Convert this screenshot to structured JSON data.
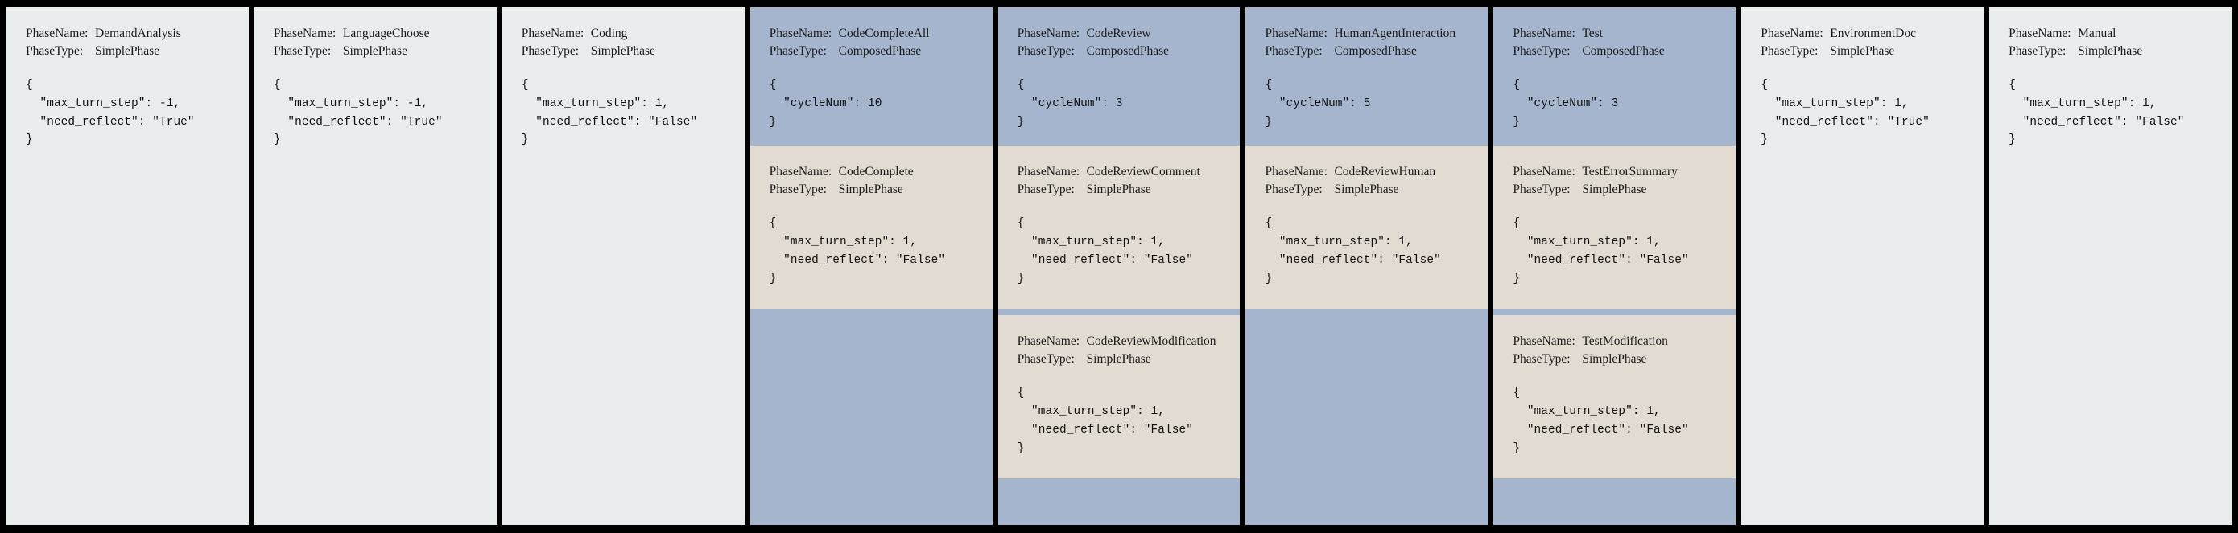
{
  "labels": {
    "phase_name_key": "PhaseName:",
    "phase_type_key": "PhaseType:"
  },
  "colors": {
    "background": "#000000",
    "simple_card": "#e9ecec",
    "composed_card": "#a4b5cd",
    "sub_phase": "#e2dbd2",
    "text": "#1a1a1a"
  },
  "cards": [
    {
      "kind": "simple",
      "header": {
        "phase_name": "DemandAnalysis",
        "phase_type": "SimplePhase",
        "config": "{\n  \"max_turn_step\": -1,\n  \"need_reflect\": \"True\"\n}"
      },
      "subphases": []
    },
    {
      "kind": "simple",
      "header": {
        "phase_name": "LanguageChoose",
        "phase_type": "SimplePhase",
        "config": "{\n  \"max_turn_step\": -1,\n  \"need_reflect\": \"True\"\n}"
      },
      "subphases": []
    },
    {
      "kind": "simple",
      "header": {
        "phase_name": "Coding",
        "phase_type": "SimplePhase",
        "config": "{\n  \"max_turn_step\": 1,\n  \"need_reflect\": \"False\"\n}"
      },
      "subphases": []
    },
    {
      "kind": "composed",
      "header": {
        "phase_name": "CodeCompleteAll",
        "phase_type": "ComposedPhase",
        "config": "{\n  \"cycleNum\": 10\n}"
      },
      "subphases": [
        {
          "phase_name": "CodeComplete",
          "phase_type": "SimplePhase",
          "config": "{\n  \"max_turn_step\": 1,\n  \"need_reflect\": \"False\"\n}"
        }
      ]
    },
    {
      "kind": "composed",
      "header": {
        "phase_name": "CodeReview",
        "phase_type": "ComposedPhase",
        "config": "{\n  \"cycleNum\": 3\n}"
      },
      "subphases": [
        {
          "phase_name": "CodeReviewComment",
          "phase_type": "SimplePhase",
          "config": "{\n  \"max_turn_step\": 1,\n  \"need_reflect\": \"False\"\n}"
        },
        {
          "phase_name": "CodeReviewModification",
          "phase_type": "SimplePhase",
          "config": "{\n  \"max_turn_step\": 1,\n  \"need_reflect\": \"False\"\n}"
        }
      ]
    },
    {
      "kind": "composed",
      "header": {
        "phase_name": "HumanAgentInteraction",
        "phase_type": "ComposedPhase",
        "config": "{\n  \"cycleNum\": 5\n}"
      },
      "subphases": [
        {
          "phase_name": "CodeReviewHuman",
          "phase_type": "SimplePhase",
          "config": "{\n  \"max_turn_step\": 1,\n  \"need_reflect\": \"False\"\n}"
        }
      ]
    },
    {
      "kind": "composed",
      "header": {
        "phase_name": "Test",
        "phase_type": "ComposedPhase",
        "config": "{\n  \"cycleNum\": 3\n}"
      },
      "subphases": [
        {
          "phase_name": "TestErrorSummary",
          "phase_type": "SimplePhase",
          "config": "{\n  \"max_turn_step\": 1,\n  \"need_reflect\": \"False\"\n}"
        },
        {
          "phase_name": "TestModification",
          "phase_type": "SimplePhase",
          "config": "{\n  \"max_turn_step\": 1,\n  \"need_reflect\": \"False\"\n}"
        }
      ]
    },
    {
      "kind": "simple",
      "header": {
        "phase_name": "EnvironmentDoc",
        "phase_type": "SimplePhase",
        "config": "{\n  \"max_turn_step\": 1,\n  \"need_reflect\": \"True\"\n}"
      },
      "subphases": []
    },
    {
      "kind": "simple",
      "header": {
        "phase_name": "Manual",
        "phase_type": "SimplePhase",
        "config": "{\n  \"max_turn_step\": 1,\n  \"need_reflect\": \"False\"\n}"
      },
      "subphases": []
    }
  ]
}
